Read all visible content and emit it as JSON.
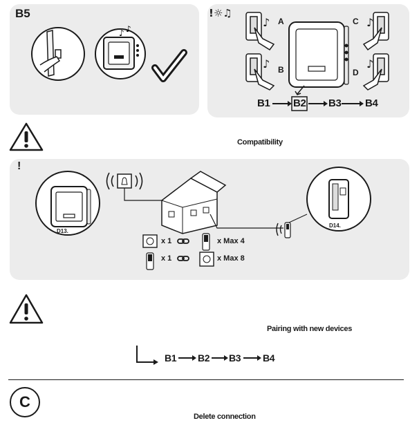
{
  "b5_panel": {
    "label": "B5"
  },
  "melody_panel": {
    "icon_text": "!☼♫",
    "letters": [
      "A",
      "C",
      "B",
      "D"
    ],
    "sequence": [
      "B1",
      "B2",
      "B3",
      "B4"
    ]
  },
  "compatibility": {
    "title": "Compatibility"
  },
  "range_panel": {
    "icon_text": "!",
    "receiver_label": "D13.",
    "transmitter_label": "D14.",
    "row1_count": "x 1",
    "row1_max": "x Max 4",
    "row2_count": "x 1",
    "row2_max": "x Max 8"
  },
  "pairing": {
    "title": "Pairing with new devices",
    "sequence": [
      "B1",
      "B2",
      "B3",
      "B4"
    ]
  },
  "delete": {
    "circle_label": "C",
    "title": "Delete connection"
  }
}
